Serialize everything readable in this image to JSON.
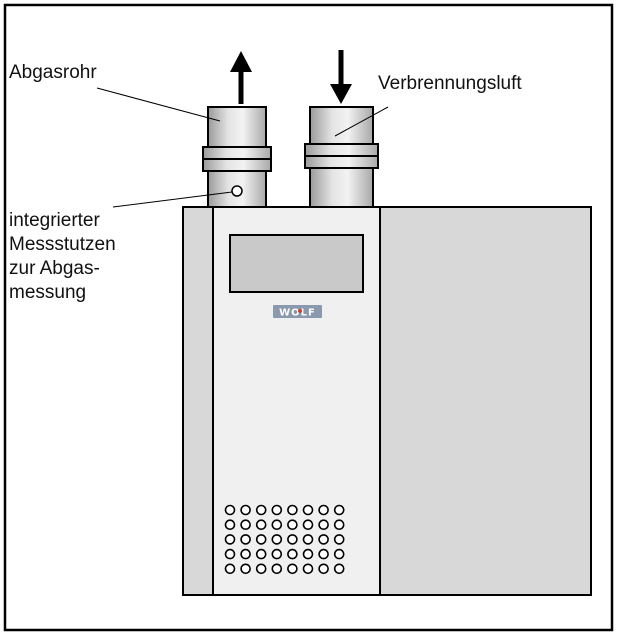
{
  "labels": {
    "exhaust_pipe": "Abgasrohr",
    "combustion_air": "Verbrennungsluft",
    "measuring_port": [
      "integrierter",
      "Messstutzen",
      "zur Abgas-",
      "messung"
    ]
  },
  "logo": {
    "text": "WOLF",
    "colors": {
      "background": "#8a99ad",
      "text": "#ffffff",
      "accent": "#d83a2a"
    }
  },
  "colors": {
    "outline": "#000000",
    "pipe": "#d6d6d6",
    "front_panel": "#f0f0f0",
    "side_panel": "#d8d8d8",
    "display": "#c9c9c9"
  },
  "vent_grid": {
    "columns": 8,
    "rows": 5
  }
}
